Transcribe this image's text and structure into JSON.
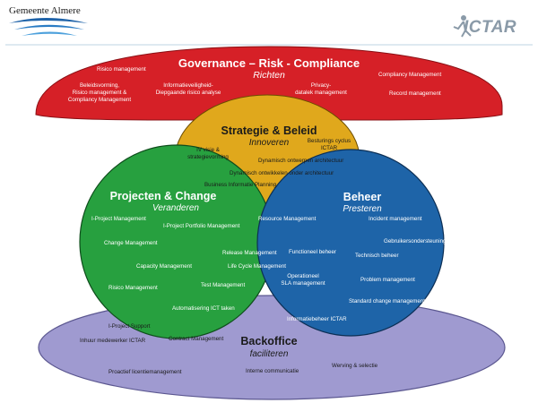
{
  "logos": {
    "left": "Gemeente Almere",
    "right": "ICTAR"
  },
  "colors": {
    "governance": "#d62027",
    "strategie": "#e0a81c",
    "projecten": "#27a03f",
    "beheer": "#1e64a8",
    "backoffice": "#9f9ad0"
  },
  "governance": {
    "title": "Governance – Risk - Compliance",
    "subtitle": "Richten",
    "items": {
      "risico": "Risico management",
      "beleid": "Beleidsvorming,\nRisico management &\nCompliancy Management",
      "infoveilig": "Informatieveiligheid-\nDiepgaande risico analyse",
      "privacy": "Privacy-\ndatalek management",
      "compliancy": "Compliancy Management",
      "record": "Record management"
    }
  },
  "strategie": {
    "title": "Strategie & Beleid",
    "subtitle": "Innoveren",
    "items": {
      "visie": "IV visie &\nstrategievorming",
      "besturing": "Besturings cyclus\nICTAR",
      "dynamisch_ontwerpen": "Dynamisch ontwerpen architectuur",
      "dynamisch_ontwikkelen": "Dynamisch ontwikkelen onder architectuur",
      "bip": "Business Informatie Planning"
    }
  },
  "projecten": {
    "title": "Projecten & Change",
    "subtitle": "Veranderen",
    "items": {
      "iproject": "I-Project Management",
      "portfolio": "I-Project Portfolio Management",
      "change": "Change Management",
      "capacity": "Capacity Management",
      "risico": "Risico Management",
      "release": "Release Management",
      "lifecycle": "Life Cycle Management",
      "test": "Test Management",
      "automatisering": "Automatisering ICT taken",
      "support": "I-Project Support"
    }
  },
  "beheer": {
    "title": "Beheer",
    "subtitle": "Presteren",
    "items": {
      "resource": "Resource Management",
      "incident": "Incident management",
      "gebruikers": "Gebruikersondersteuning",
      "functioneel": "Functioneel beheer",
      "technisch": "Technisch beheer",
      "operationeel": "Operationeel\nSLA management",
      "problem": "Problem management",
      "standard": "Standard change management",
      "informatiebeheer": "Informatiebeheer ICTAR"
    }
  },
  "backoffice": {
    "title": "Backoffice",
    "subtitle": "faciliteren",
    "items": {
      "inhuur": "Inhuur medewerker ICTAR",
      "contract": "Contract Management",
      "licentie": "Proactief licentiemanagement",
      "communicatie": "Interne communicatie",
      "werving": "Werving & selectie"
    }
  }
}
